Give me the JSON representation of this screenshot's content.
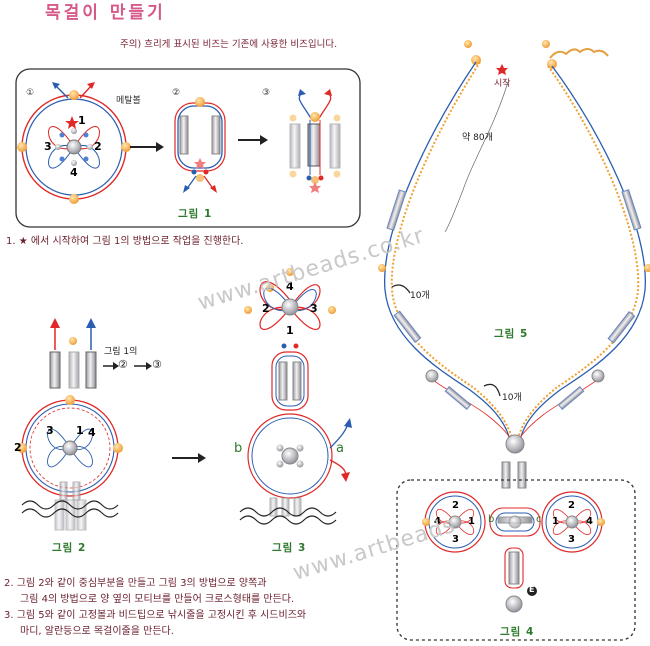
{
  "title": "목걸이 만들기",
  "note": "주의) 흐리게 표시된 비즈는 기존에 사용한 비즈입니다.",
  "fig1": {
    "steps": [
      "①",
      "②",
      "③"
    ],
    "metal_label": "메탈볼",
    "caption": "그림 1",
    "nums": [
      "1",
      "2",
      "3",
      "4"
    ]
  },
  "instructions": {
    "line1": "1. ★ 에서 시작하여 그림 1의 방법으로 작업을 진행한다.",
    "line2a": "2. 그림 2와 같이 중심부분을 만들고 그림 3의 방법으로 양쪽과",
    "line2b": "그림 4의 방법으로 양 옆의 모티브를 만들어 크로스형태를 만든다.",
    "line3a": "3. 그림 5와 같이 고정볼과 비드팁으로 낚시줄을 고정시킨 후 시드비즈와",
    "line3b": "마디, 알란등으로 목걸이줄을 만든다."
  },
  "fig2": {
    "caption": "그림 2",
    "ref": "그림 1의",
    "steps": [
      "②",
      "③"
    ],
    "nums": [
      "1",
      "2",
      "3",
      "4"
    ]
  },
  "fig3": {
    "caption": "그림 3",
    "a_label": "a",
    "b_label": "b",
    "nums": [
      "1",
      "2",
      "3",
      "4"
    ]
  },
  "fig4": {
    "caption": "그림 4",
    "b_label": "b",
    "c_label": "c",
    "end_mark": "E",
    "nums": [
      "1",
      "2",
      "3",
      "4"
    ]
  },
  "fig5": {
    "caption": "그림 5",
    "start_label": "시작",
    "count80": "약 80개",
    "count10a": "10개",
    "count10b": "10개"
  },
  "watermarks": [
    "www.artbeads.co.kr",
    "www.artbeads"
  ],
  "colors": {
    "red": "#e02828",
    "blue": "#2a5db0",
    "orange": "#f0a030",
    "silver": "#b8b8c0",
    "caption": "#2d7a2d"
  }
}
